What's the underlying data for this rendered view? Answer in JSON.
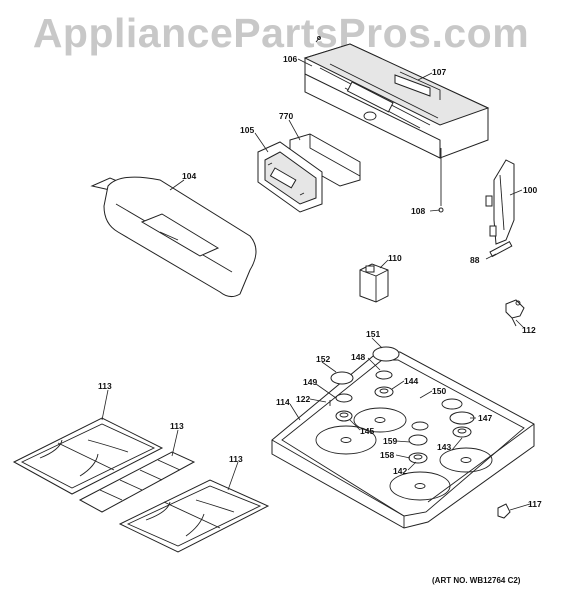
{
  "watermark": "AppliancePartsPros.com",
  "art_number": "(ART NO. WB12764 C2)",
  "callouts": [
    "106",
    "107",
    "770",
    "105",
    "104",
    "100",
    "108",
    "88",
    "110",
    "112",
    "151",
    "152",
    "148",
    "149",
    "144",
    "122",
    "150",
    "114",
    "147",
    "145",
    "159",
    "158",
    "143",
    "142",
    "117",
    "113",
    "113",
    "113"
  ]
}
